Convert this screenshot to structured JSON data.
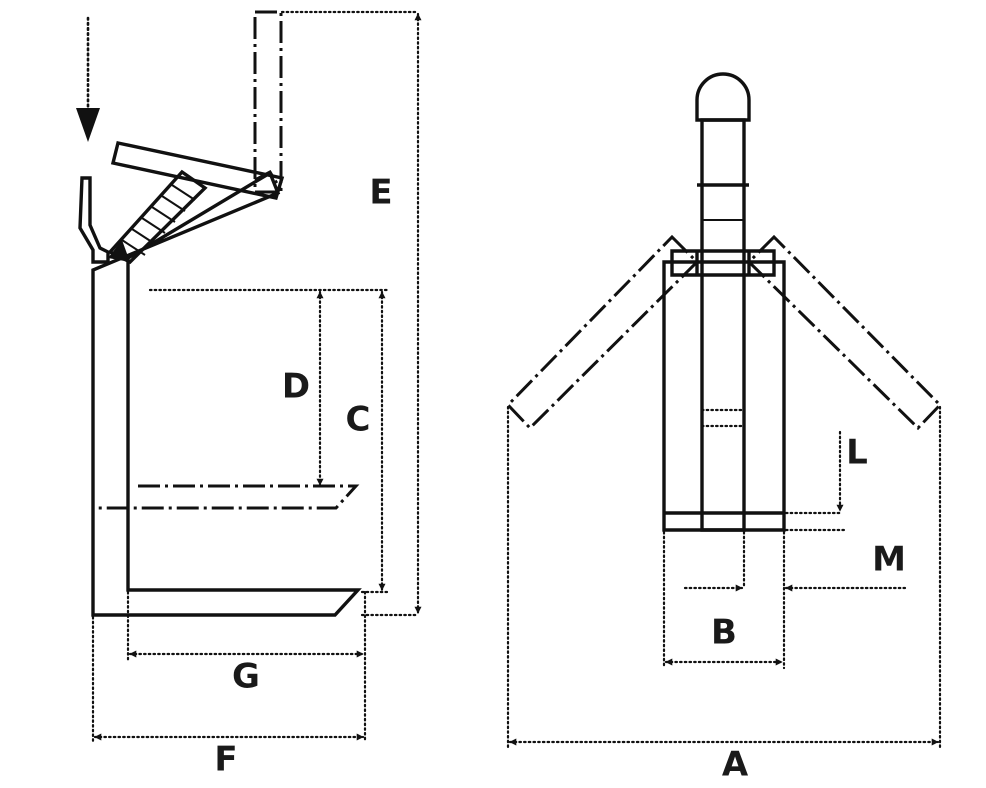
{
  "labels": {
    "a": "A",
    "b": "B",
    "c": "C",
    "d": "D",
    "e": "E",
    "f": "F",
    "g": "G",
    "l": "L",
    "m": "M"
  },
  "colors": {
    "line": "#111111",
    "background": "#ffffff"
  }
}
